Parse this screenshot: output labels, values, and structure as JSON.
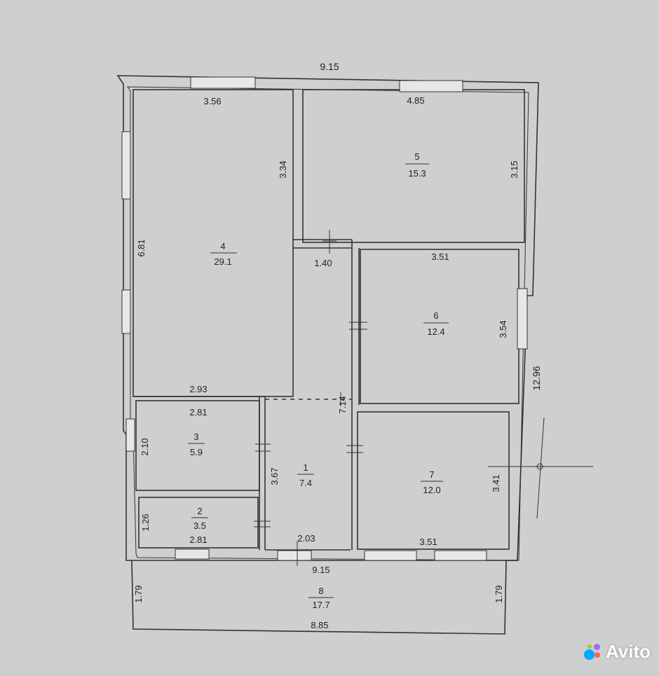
{
  "plan": {
    "overall_width_top": "9.15",
    "overall_height_right": "12.96",
    "rooms": [
      {
        "id": "4",
        "area": "29.1",
        "dims": [
          "3.56",
          "6.81",
          "3.34",
          "2.93"
        ]
      },
      {
        "id": "5",
        "area": "15.3",
        "dims": [
          "4.85",
          "3.15"
        ]
      },
      {
        "id": "6",
        "area": "12.4",
        "dims": [
          "3.51",
          "3.54"
        ]
      },
      {
        "id": "3",
        "area": "5.9",
        "dims": [
          "2.81",
          "2.10"
        ]
      },
      {
        "id": "1",
        "area": "7.4",
        "dims": [
          "3.67",
          "2.03",
          "7.14"
        ]
      },
      {
        "id": "7",
        "area": "12.0",
        "dims": [
          "3.51",
          "3.41"
        ]
      },
      {
        "id": "2",
        "area": "3.5",
        "dims": [
          "1.26",
          "2.81"
        ]
      },
      {
        "id": "8",
        "area": "17.7",
        "dims": [
          "9.15",
          "1.79",
          "1.79",
          "8.85"
        ]
      }
    ],
    "passage_width": "1.40"
  },
  "watermark": {
    "brand": "Avito",
    "colors": [
      "#00aaff",
      "#a169f7",
      "#ff6163",
      "#97cf26"
    ]
  }
}
